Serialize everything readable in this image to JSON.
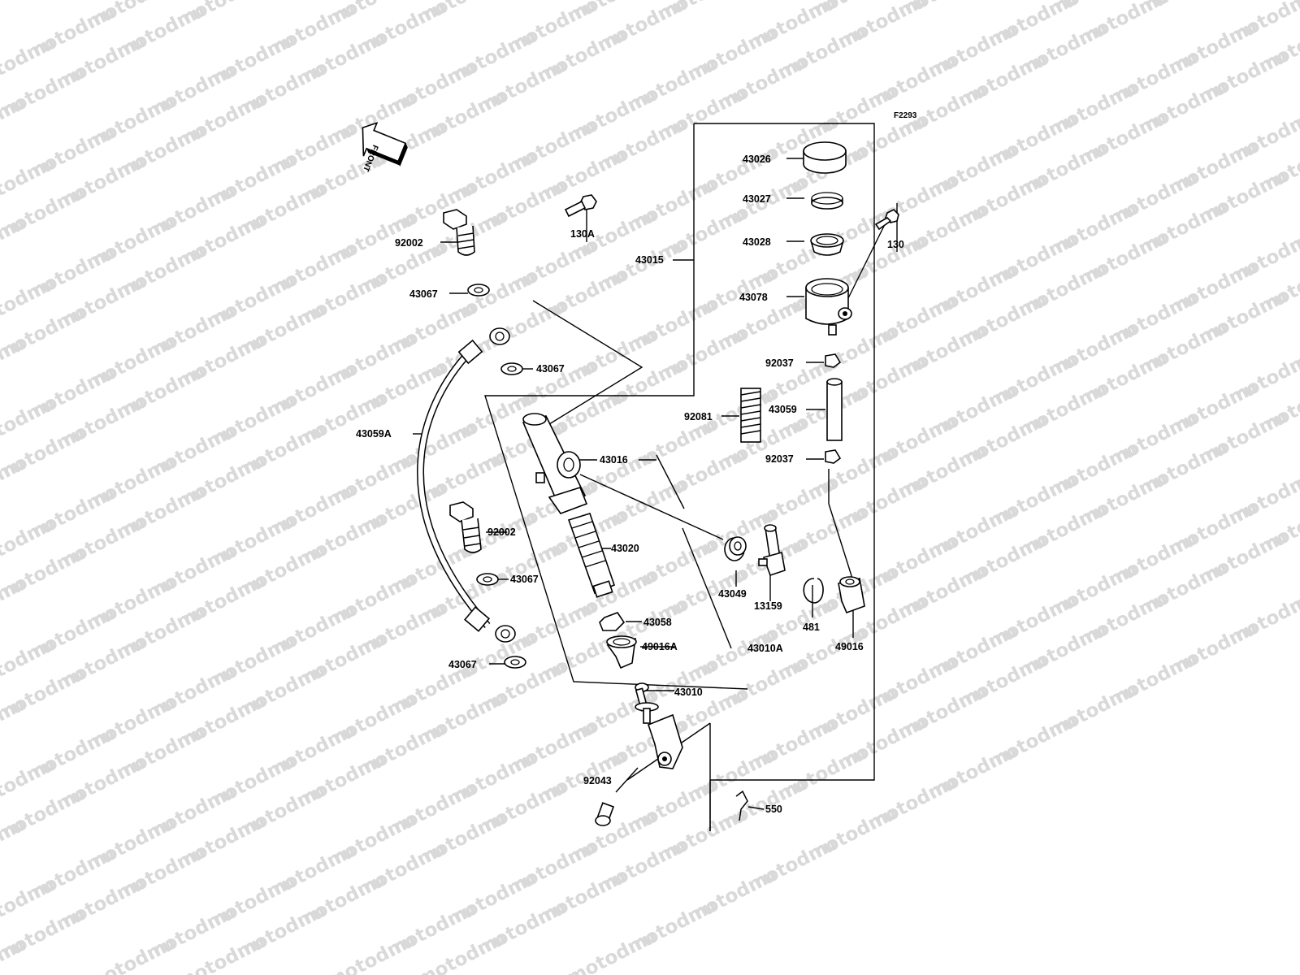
{
  "diagram_code": "F2293",
  "watermark_text": "motod.ru",
  "front_arrow_label": "FRONT",
  "callouts": {
    "p43026": "43026",
    "p43027": "43027",
    "p43028": "43028",
    "p43078": "43078",
    "p130": "130",
    "p130a": "130A",
    "p43015": "43015",
    "p92002_top": "92002",
    "p43067_a": "43067",
    "p43067_b": "43067",
    "p43059a": "43059A",
    "p92037_top": "92037",
    "p92081": "92081",
    "p43059": "43059",
    "p92037_bot": "92037",
    "p43016": "43016",
    "p92002_bot": "92002",
    "p43020": "43020",
    "p43067_c": "43067",
    "p43049": "43049",
    "p13159": "13159",
    "p481": "481",
    "p49016": "49016",
    "p43058": "43058",
    "p49016a": "49016A",
    "p43010a": "43010A",
    "p43067_d": "43067",
    "p43010": "43010",
    "p92043": "92043",
    "p550": "550"
  }
}
